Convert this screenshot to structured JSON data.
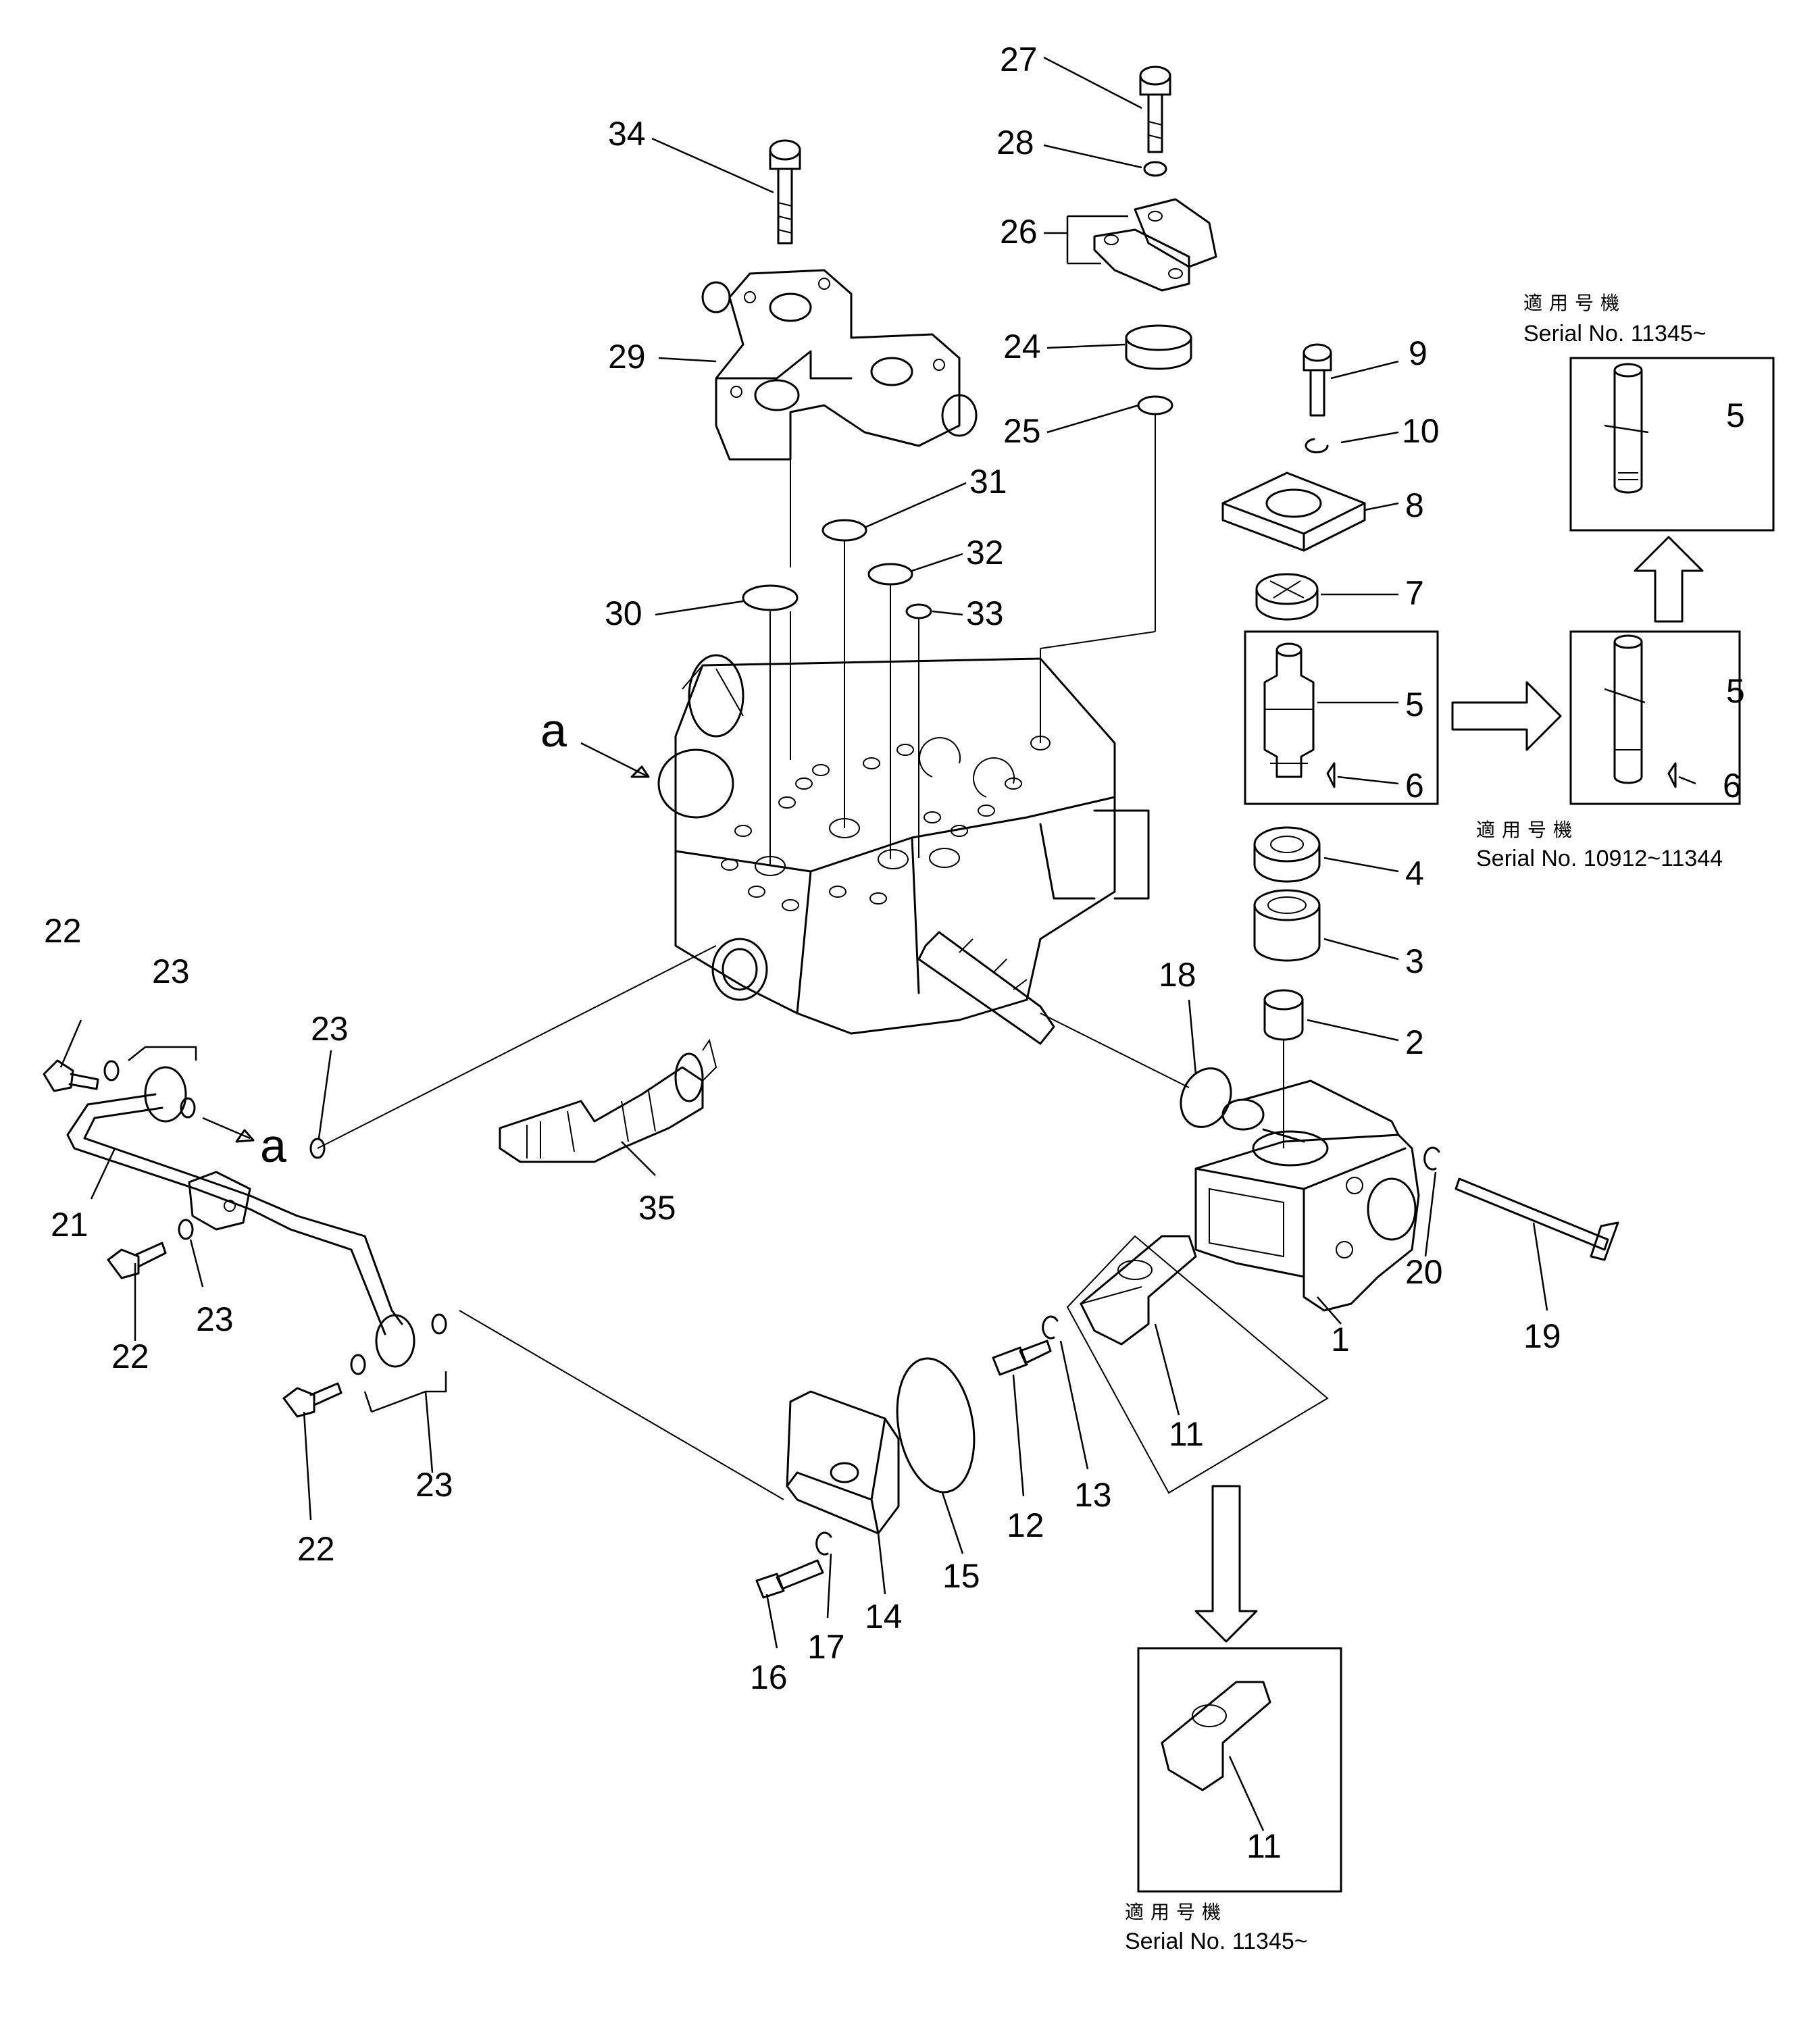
{
  "callouts": {
    "c1": "1",
    "c2": "2",
    "c3": "3",
    "c4": "4",
    "c5a": "5",
    "c5b": "5",
    "c5c": "5",
    "c6a": "6",
    "c6b": "6",
    "c7": "7",
    "c8": "8",
    "c9": "9",
    "c10": "10",
    "c11a": "11",
    "c11b": "11",
    "c12": "12",
    "c13": "13",
    "c14": "14",
    "c15": "15",
    "c16": "16",
    "c17": "17",
    "c18": "18",
    "c19": "19",
    "c20": "20",
    "c21": "21",
    "c22a": "22",
    "c22b": "22",
    "c22c": "22",
    "c23a": "23",
    "c23b": "23",
    "c23c": "23",
    "c23d": "23",
    "c24": "24",
    "c25": "25",
    "c26": "26",
    "c27": "27",
    "c28": "28",
    "c29": "29",
    "c30": "30",
    "c31": "31",
    "c32": "32",
    "c33": "33",
    "c34": "34",
    "c35": "35"
  },
  "view_letter": {
    "top": "a",
    "left": "a"
  },
  "notes": {
    "serial_top_jp": "適用号機",
    "serial_top": "Serial No. 11345~",
    "serial_mid_jp": "適用号機",
    "serial_mid": "Serial No. 10912~11344",
    "serial_bottom_jp": "適用号機",
    "serial_bottom": "Serial No. 11345~"
  }
}
